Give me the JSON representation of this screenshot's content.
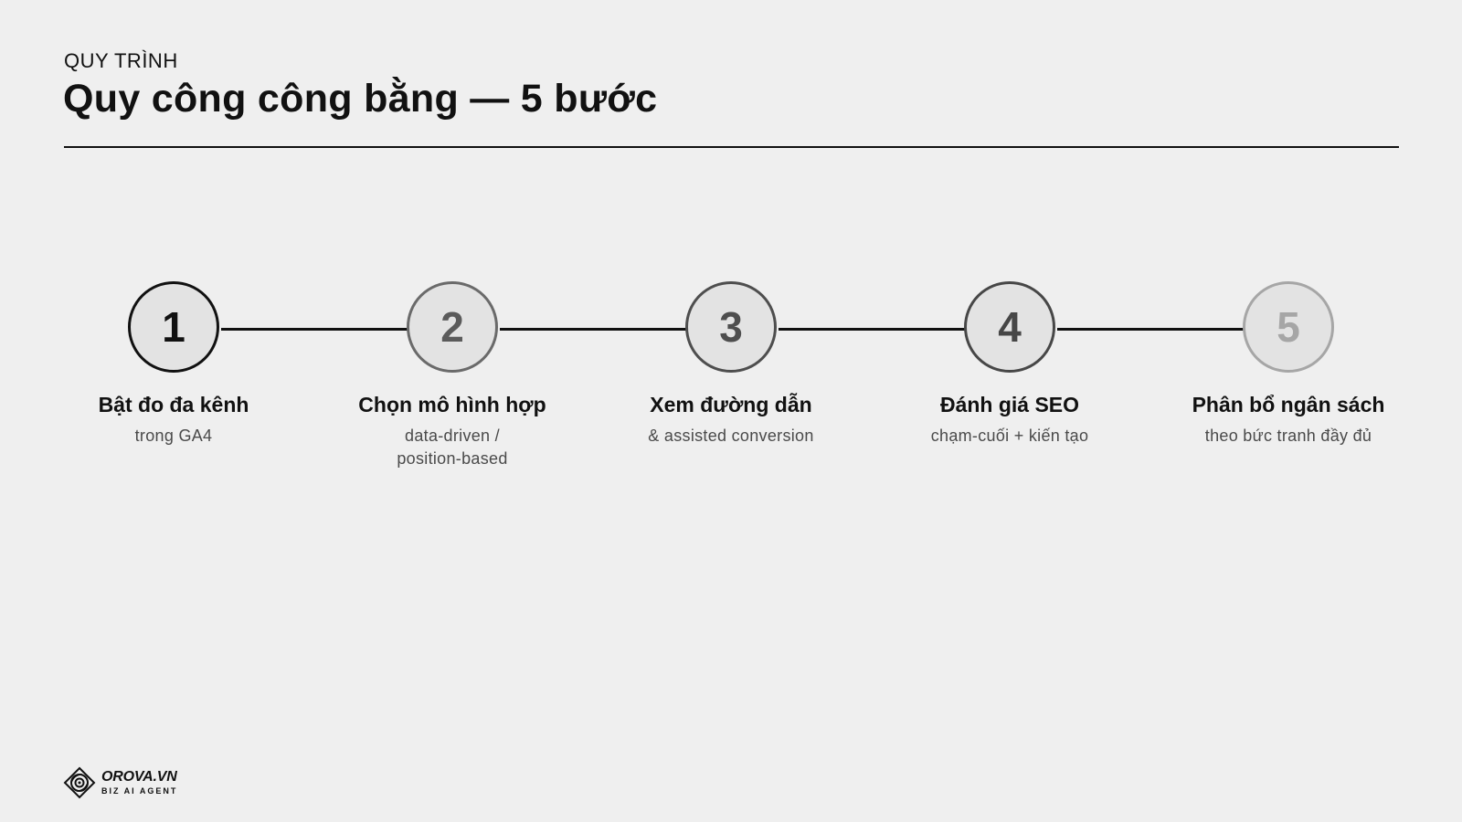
{
  "header": {
    "kicker": "QUY TRÌNH",
    "title": "Quy công công bằng — 5 bước"
  },
  "steps": [
    {
      "number": "1",
      "title": "Bật đo đa kênh",
      "subtitle_lines": [
        "trong GA4"
      ]
    },
    {
      "number": "2",
      "title": "Chọn mô hình hợp",
      "subtitle_lines": [
        "data-driven /",
        "position-based"
      ]
    },
    {
      "number": "3",
      "title": "Xem đường dẫn",
      "subtitle_lines": [
        "& assisted conversion"
      ]
    },
    {
      "number": "4",
      "title": "Đánh giá SEO",
      "subtitle_lines": [
        "chạm-cuối + kiến tạo"
      ]
    },
    {
      "number": "5",
      "title": "Phân bổ ngân sách",
      "subtitle_lines": [
        "theo bức tranh đầy đủ"
      ]
    }
  ],
  "footer": {
    "logo_name": "OROVA.VN",
    "logo_tagline": "BIZ AI AGENT",
    "logo_icon": "orova-logo-icon"
  },
  "colors": {
    "background": "#efefef",
    "ink": "#111111",
    "step_1_ring": "#111111",
    "step_5_ring": "#a6a6a6"
  }
}
